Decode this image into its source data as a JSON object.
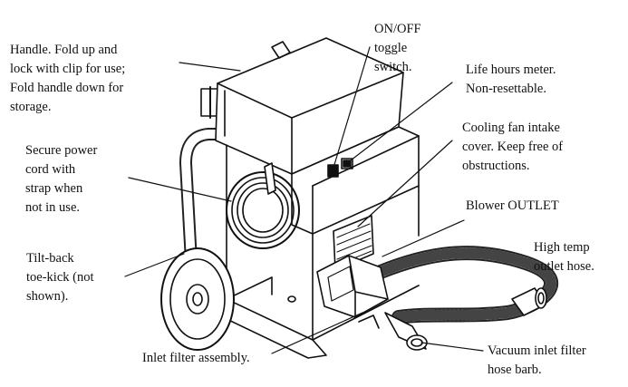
{
  "labels": {
    "handle": "Handle. Fold up and\nlock with clip for use;\nFold handle down for\nstorage.",
    "toggle": "ON/OFF\ntoggle\nswitch.",
    "hours": "Life hours meter.\nNon-resettable.",
    "fan": "Cooling fan intake\ncover. Keep free of\nobstructions.",
    "cord": "Secure power\ncord with\nstrap when\nnot in use.",
    "blower": "Blower OUTLET",
    "hose": "High temp\noutlet hose.",
    "toekick": "Tilt-back\ntoe-kick (not\nshown).",
    "filter": "Inlet filter assembly.",
    "barb": "Vacuum inlet filter\nhose barb."
  }
}
